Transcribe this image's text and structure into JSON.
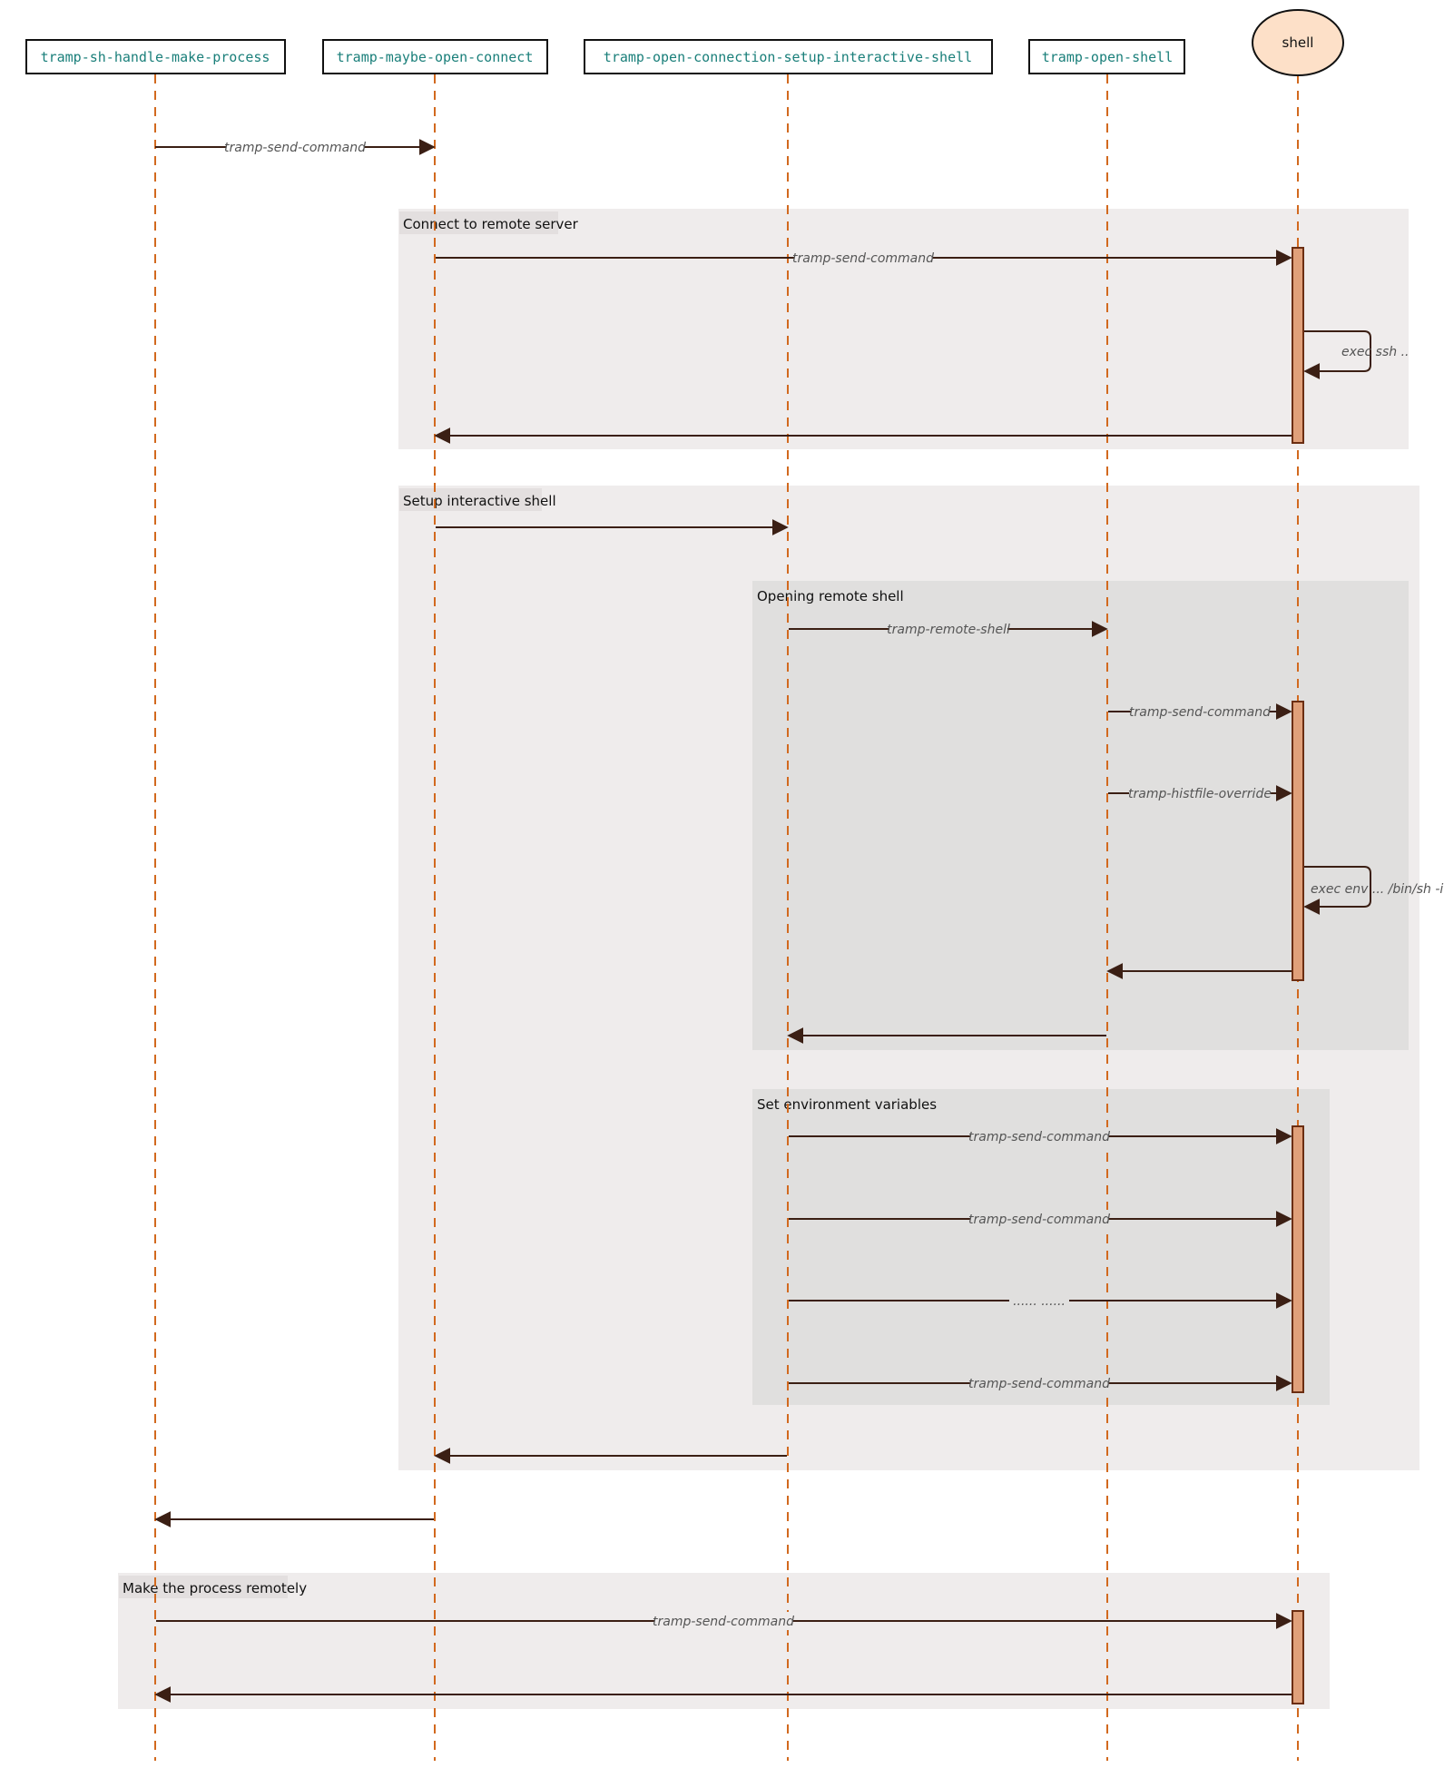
{
  "participants": [
    {
      "id": "p1",
      "name": "tramp-sh-handle-make-process",
      "kind": "box"
    },
    {
      "id": "p2",
      "name": "tramp-maybe-open-connect",
      "kind": "box"
    },
    {
      "id": "p3",
      "name": "tramp-open-connection-setup-interactive-shell",
      "kind": "box"
    },
    {
      "id": "p4",
      "name": "tramp-open-shell",
      "kind": "box"
    },
    {
      "id": "p5",
      "name": "shell",
      "kind": "ellipse"
    }
  ],
  "groups": [
    {
      "title": "Connect to remote server",
      "depth": 1
    },
    {
      "title": "Setup interactive shell",
      "depth": 1
    },
    {
      "title": "Opening remote shell",
      "depth": 2
    },
    {
      "title": "Set environment variables",
      "depth": 2
    },
    {
      "title": "Make the process remotely",
      "depth": 1
    }
  ],
  "messages": [
    {
      "from": "p1",
      "to": "p2",
      "label": "tramp-send-command"
    },
    {
      "from": "p2",
      "to": "p5",
      "label": "tramp-send-command"
    },
    {
      "from": "p5",
      "to": "p5",
      "label": "exec ssh .."
    },
    {
      "from": "p5",
      "to": "p2",
      "label": ""
    },
    {
      "from": "p2",
      "to": "p3",
      "label": ""
    },
    {
      "from": "p3",
      "to": "p4",
      "label": "tramp-remote-shell"
    },
    {
      "from": "p4",
      "to": "p5",
      "label": "tramp-send-command"
    },
    {
      "from": "p4",
      "to": "p5",
      "label": "tramp-histfile-override"
    },
    {
      "from": "p5",
      "to": "p5",
      "label": "exec env ... /bin/sh -i"
    },
    {
      "from": "p5",
      "to": "p4",
      "label": ""
    },
    {
      "from": "p4",
      "to": "p3",
      "label": ""
    },
    {
      "from": "p3",
      "to": "p5",
      "label": "tramp-send-command"
    },
    {
      "from": "p3",
      "to": "p5",
      "label": "tramp-send-command"
    },
    {
      "from": "p3",
      "to": "p5",
      "label": "...... ......"
    },
    {
      "from": "p3",
      "to": "p5",
      "label": "tramp-send-command"
    },
    {
      "from": "p3",
      "to": "p2",
      "label": ""
    },
    {
      "from": "p2",
      "to": "p1",
      "label": ""
    },
    {
      "from": "p1",
      "to": "p5",
      "label": "tramp-send-command"
    },
    {
      "from": "p5",
      "to": "p1",
      "label": ""
    }
  ],
  "colors": {
    "lifeline": "#d2691e",
    "arrow": "#3b1f14",
    "group_outer": "#efecec",
    "group_inner": "#e0dfde",
    "activation_fill": "#e0a07a",
    "activation_stroke": "#6b2e12",
    "shell_fill": "#fde0c8",
    "actor_text": "#1a7f7a"
  }
}
